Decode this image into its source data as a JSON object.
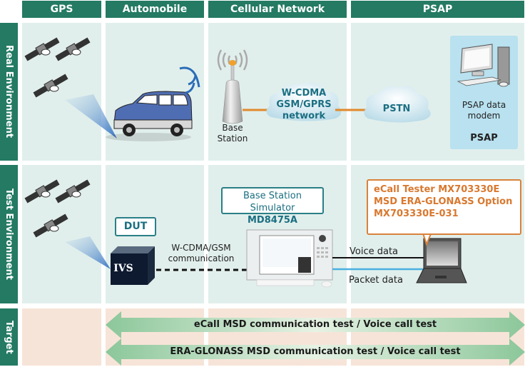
{
  "columns": [
    "GPS",
    "Automobile",
    "Cellular Network",
    "PSAP"
  ],
  "rows": [
    "Real Environment",
    "Test Environment",
    "Target"
  ],
  "real": {
    "base_station_label": "Base Station",
    "cellular_network_label": [
      "W-CDMA",
      "GSM/GPRS",
      "network"
    ],
    "pstn_label": "PSTN",
    "psap_modem_label": "PSAP data modem",
    "psap_label": "PSAP"
  },
  "test": {
    "dut_label": "DUT",
    "ivs_label": "IVS",
    "link_label": [
      "W-CDMA/GSM",
      "communication"
    ],
    "simulator_title": "Base Station Simulator",
    "simulator_model": "MD8475A",
    "voice_data_label": "Voice data",
    "packet_data_label": "Packet data",
    "tester_callout": [
      "eCall Tester MX703330E",
      "MSD ERA-GLONASS Option",
      "MX703330E-031"
    ]
  },
  "target": {
    "arrows": [
      "eCall MSD communication test / Voice call test",
      "ERA-GLONASS MSD communication test / Voice call test"
    ]
  },
  "colors": {
    "header_green": "#247a63",
    "cell_mint": "#e1efec",
    "cell_peach": "#f7e4d8",
    "arrow_green": "#8cc79a",
    "orange_link": "#e08a2c",
    "packet_blue": "#4bb0e0",
    "callout_orange": "#d9823a"
  }
}
